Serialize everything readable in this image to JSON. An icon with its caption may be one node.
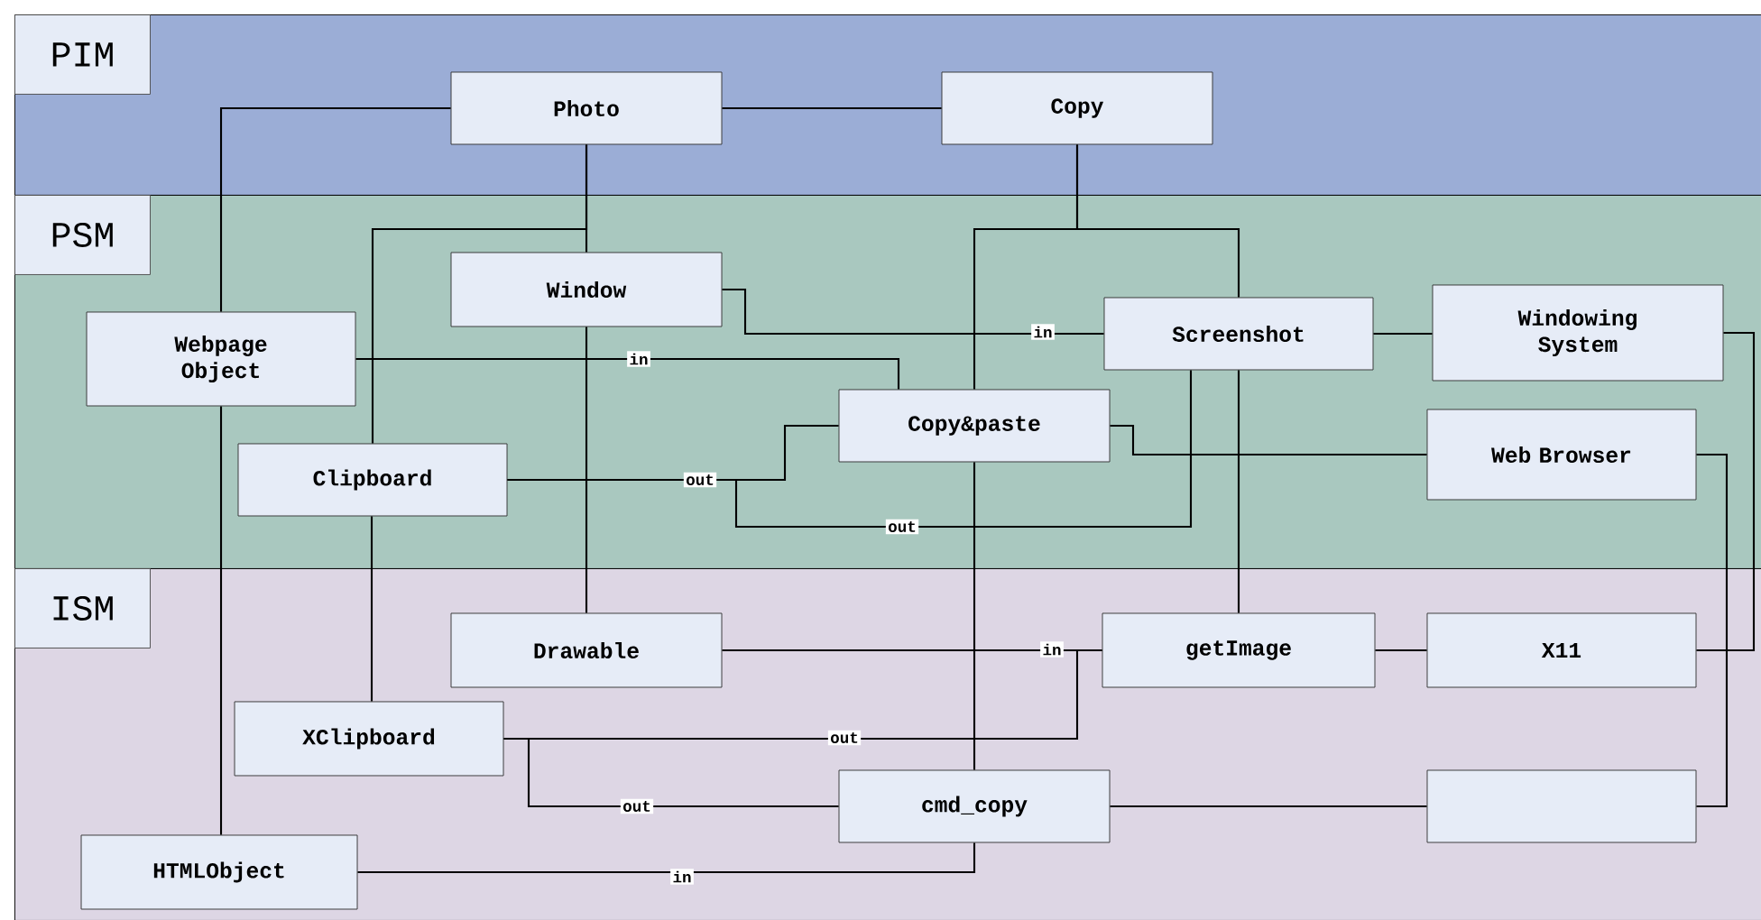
{
  "diagram": {
    "nodes": [
      {
        "text": [
          "PIM"
        ]
      },
      {
        "text": [
          "Photo"
        ],
        "in": 0
      },
      {
        "text": [
          "Copy"
        ],
        "in": 0
      },
      {
        "text": [
          "PSM"
        ]
      },
      {
        "text": [
          "Window"
        ],
        "in": 3
      },
      {
        "text": [
          "Webpage Object"
        ],
        "in": 3
      },
      {
        "text": [
          "Screenshot"
        ],
        "in": 3
      },
      {
        "text": [
          "Windowing System"
        ],
        "in": 3
      },
      {
        "text": [
          "Copy&paste"
        ],
        "in": 3
      },
      {
        "text": [
          "Web Browser"
        ],
        "in": 3
      },
      {
        "text": [
          "Clipboard"
        ],
        "in": 3
      },
      {
        "text": [
          "ISM"
        ]
      },
      {
        "text": [
          "Drawable"
        ],
        "in": 11
      },
      {
        "text": [
          "getImage"
        ],
        "in": 11
      },
      {
        "text": [
          "X11"
        ],
        "in": 11
      },
      {
        "text": [
          "XClipboard"
        ],
        "in": 11
      },
      {
        "text": [
          "cmd_copy"
        ],
        "in": 11
      },
      {
        "text": [],
        "shape": "box",
        "in": 11
      },
      {
        "text": [
          "HTMLObject"
        ],
        "in": 11
      }
    ],
    "edges": [
      {
        "from": 1,
        "to": 2,
        "arrow": "none"
      },
      {
        "from": 1,
        "to": 5,
        "arrow": "none"
      },
      {
        "from": 1,
        "to": 4,
        "arrow": "none"
      },
      {
        "from": 1,
        "to": 10,
        "arrow": "none"
      },
      {
        "from": 2,
        "to": 8,
        "arrow": "none"
      },
      {
        "from": 2,
        "to": 6,
        "arrow": "none"
      },
      {
        "from": 4,
        "to": 6,
        "arrow": "none",
        "label": "in"
      },
      {
        "from": 5,
        "to": 8,
        "arrow": "none",
        "label": "in"
      },
      {
        "from": 10,
        "to": 8,
        "arrow": "none",
        "label": "out"
      },
      {
        "from": 10,
        "to": 6,
        "arrow": "none",
        "label": "out"
      },
      {
        "from": 8,
        "to": 9,
        "arrow": "none"
      },
      {
        "from": 6,
        "to": 7,
        "arrow": "none"
      },
      {
        "from": 6,
        "to": 13,
        "arrow": "none"
      },
      {
        "from": 7,
        "to": 14,
        "arrow": "none"
      },
      {
        "from": 9,
        "to": 17,
        "arrow": "none"
      },
      {
        "from": 4,
        "to": 12,
        "arrow": "none"
      },
      {
        "from": 5,
        "to": 18,
        "arrow": "none"
      },
      {
        "from": 10,
        "to": 15,
        "arrow": "none"
      },
      {
        "from": 8,
        "to": 16,
        "arrow": "none"
      },
      {
        "from": 12,
        "to": 13,
        "arrow": "none",
        "label": "in"
      },
      {
        "from": 15,
        "to": 13,
        "arrow": "none",
        "label": "out"
      },
      {
        "from": 15,
        "to": 16,
        "arrow": "none",
        "label": "out"
      },
      {
        "from": 18,
        "to": 16,
        "arrow": "none",
        "label": "in"
      },
      {
        "from": 13,
        "to": 14,
        "arrow": "none"
      },
      {
        "from": 16,
        "to": 17,
        "arrow": "none"
      }
    ]
  }
}
